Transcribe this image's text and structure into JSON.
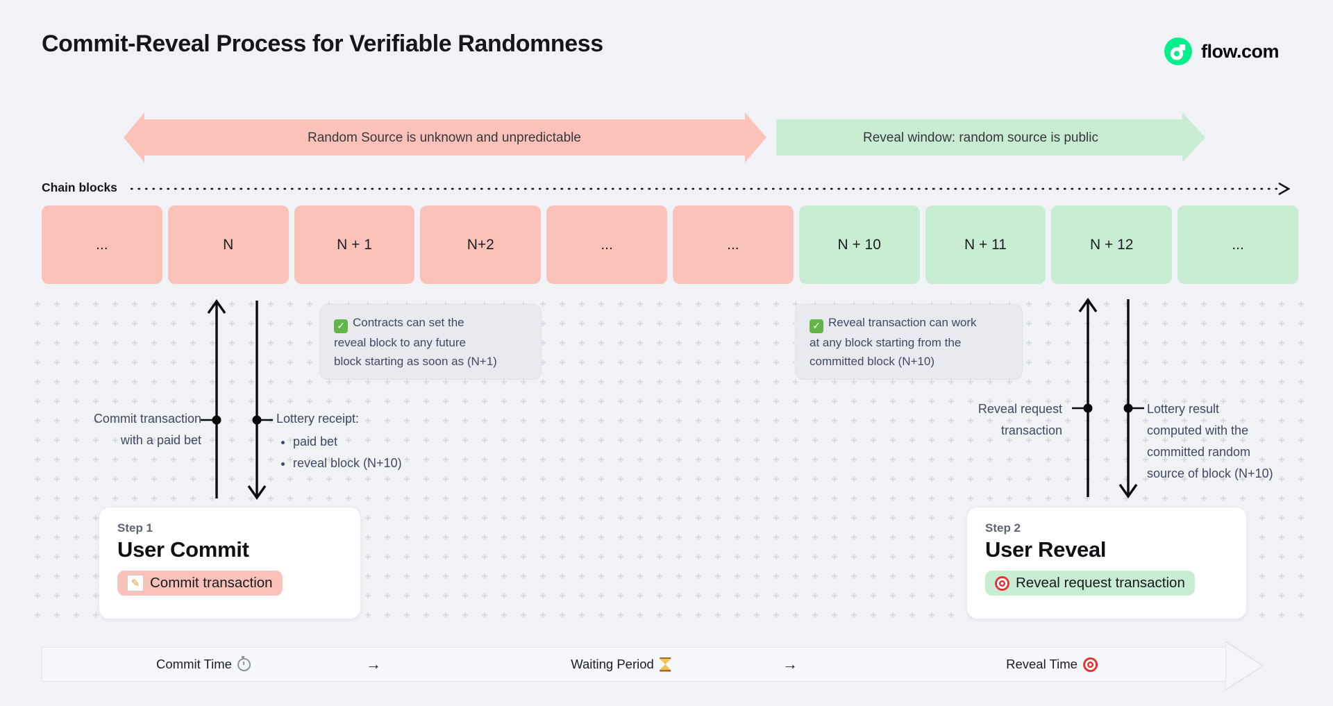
{
  "page": {
    "title": "Commit-Reveal Process for Verifiable Randomness"
  },
  "brand": {
    "label": "flow.com",
    "logo_icon": "flow-logo-icon",
    "logo_color": "#00EF8B"
  },
  "banners": {
    "commit_phase": "Random Source is unknown and unpredictable",
    "reveal_phase": "Reveal window: random source is public"
  },
  "chain": {
    "label": "Chain blocks",
    "blocks": [
      {
        "label": "...",
        "phase": "commit"
      },
      {
        "label": "N",
        "phase": "commit"
      },
      {
        "label": "N + 1",
        "phase": "commit"
      },
      {
        "label": "N+2",
        "phase": "commit"
      },
      {
        "label": "...",
        "phase": "commit"
      },
      {
        "label": "...",
        "phase": "commit"
      },
      {
        "label": "N + 10",
        "phase": "reveal"
      },
      {
        "label": "N + 11",
        "phase": "reveal"
      },
      {
        "label": "N + 12",
        "phase": "reveal"
      },
      {
        "label": "...",
        "phase": "reveal"
      }
    ]
  },
  "notes": {
    "commit": {
      "icon": "check-icon",
      "check_glyph": "✓",
      "lines": [
        "Contracts can set the",
        "reveal block to any future",
        "block starting as soon as (N+1)"
      ]
    },
    "reveal": {
      "icon": "check-icon",
      "check_glyph": "✓",
      "lines": [
        "Reveal transaction can work",
        "at any block starting from the",
        "committed block (N+10)"
      ]
    }
  },
  "annotations": {
    "commit_tx": {
      "lines": [
        "Commit transaction",
        "with a paid bet"
      ]
    },
    "lottery_receipt": {
      "title": "Lottery receipt:",
      "bullets": [
        "paid bet",
        "reveal block (N+10)"
      ]
    },
    "reveal_request": {
      "lines": [
        "Reveal request",
        "transaction"
      ]
    },
    "lottery_result": {
      "lines": [
        "Lottery result",
        "computed with the",
        "committed random",
        "source of block (N+10)"
      ]
    }
  },
  "steps": [
    {
      "label": "Step 1",
      "title": "User Commit",
      "pill": {
        "icon": "memo-icon",
        "glyph": "✎",
        "label": "Commit transaction"
      }
    },
    {
      "label": "Step 2",
      "title": "User Reveal",
      "pill": {
        "icon": "target-icon",
        "label": "Reveal request transaction"
      }
    }
  ],
  "timeline": {
    "segments": [
      {
        "label": "Commit Time",
        "icon": "stopwatch-icon"
      },
      {
        "label": "Waiting Period",
        "icon": "hourglass-icon"
      },
      {
        "label": "Reveal Time",
        "icon": "target-icon"
      }
    ],
    "arrow": "→"
  },
  "colors": {
    "background": "#F1F2F6",
    "commit_phase": "#FBC2BA",
    "reveal_phase": "#C8EDD2",
    "note_bg": "#E9EAF0",
    "annotation_text": "#3C4A63",
    "flow_green": "#00EF8B"
  }
}
